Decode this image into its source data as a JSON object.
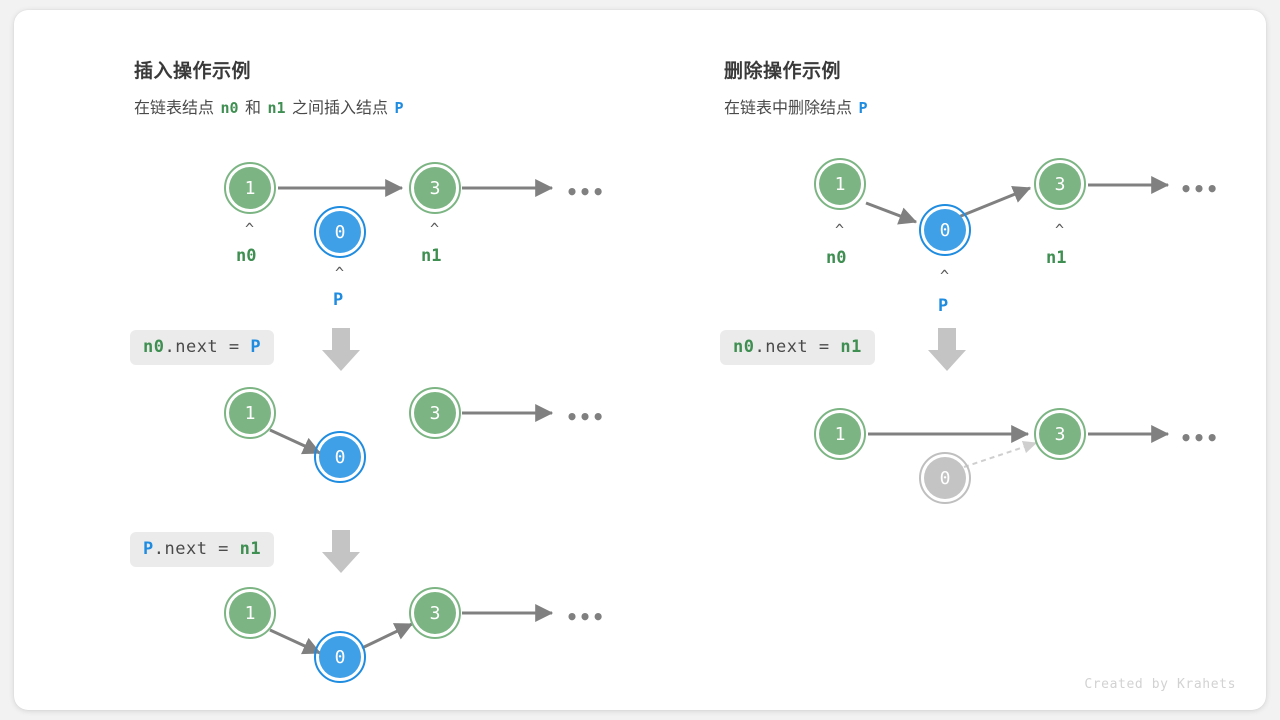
{
  "footer": {
    "credit": "Created by Krahets"
  },
  "colors": {
    "node_green": "#7cb583",
    "node_green_ring": "#7cb583",
    "node_blue": "#3fa0e8",
    "node_blue_ring": "#1f8ce0",
    "node_gray": "#c4c4c4",
    "arrow_gray": "#808080",
    "label_green": "#3f8f52",
    "label_blue": "#1f8ce0",
    "chip_bg": "#ebebeb",
    "card_bg": "#ffffff",
    "page_bg": "#f2f2f2"
  },
  "insert": {
    "title": "插入操作示例",
    "subtitle": {
      "part1": "在链表结点",
      "n0": "n0",
      "part2": "和",
      "n1": "n1",
      "part3": "之间插入结点",
      "p": "P"
    },
    "steps": [
      {
        "code": {
          "target": "n0",
          "middle": ".next = ",
          "value": "P"
        },
        "arrow_icon": "down-arrow-icon"
      },
      {
        "code": {
          "target": "P",
          "middle": ".next = ",
          "value": "n1"
        },
        "arrow_icon": "down-arrow-icon"
      }
    ],
    "rows": [
      {
        "name": "initial-state",
        "nodes": [
          {
            "value": "1",
            "color": "green",
            "label": "n0",
            "label_color": "green",
            "caret": "^"
          },
          {
            "value": "0",
            "color": "blue",
            "label": "P",
            "label_color": "blue",
            "caret": "^"
          },
          {
            "value": "3",
            "color": "green",
            "label": "n1",
            "label_color": "green",
            "caret": "^"
          }
        ],
        "ellipsis": "•••"
      },
      {
        "name": "after-n0-next-p",
        "nodes": [
          {
            "value": "1",
            "color": "green"
          },
          {
            "value": "0",
            "color": "blue"
          },
          {
            "value": "3",
            "color": "green"
          }
        ],
        "ellipsis": "•••"
      },
      {
        "name": "after-p-next-n1",
        "nodes": [
          {
            "value": "1",
            "color": "green"
          },
          {
            "value": "0",
            "color": "blue"
          },
          {
            "value": "3",
            "color": "green"
          }
        ],
        "ellipsis": "•••"
      }
    ]
  },
  "delete": {
    "title": "删除操作示例",
    "subtitle": {
      "part1": "在链表中删除结点",
      "p": "P"
    },
    "steps": [
      {
        "code": {
          "target": "n0",
          "middle": ".next = ",
          "value": "n1"
        },
        "arrow_icon": "down-arrow-icon"
      }
    ],
    "rows": [
      {
        "name": "initial-state",
        "nodes": [
          {
            "value": "1",
            "color": "green",
            "label": "n0",
            "label_color": "green",
            "caret": "^"
          },
          {
            "value": "0",
            "color": "blue",
            "label": "P",
            "label_color": "blue",
            "caret": "^"
          },
          {
            "value": "3",
            "color": "green",
            "label": "n1",
            "label_color": "green",
            "caret": "^"
          }
        ],
        "ellipsis": "•••"
      },
      {
        "name": "after-deletion",
        "nodes": [
          {
            "value": "1",
            "color": "green"
          },
          {
            "value": "0",
            "color": "gray"
          },
          {
            "value": "3",
            "color": "green"
          }
        ],
        "ellipsis": "•••"
      }
    ]
  }
}
